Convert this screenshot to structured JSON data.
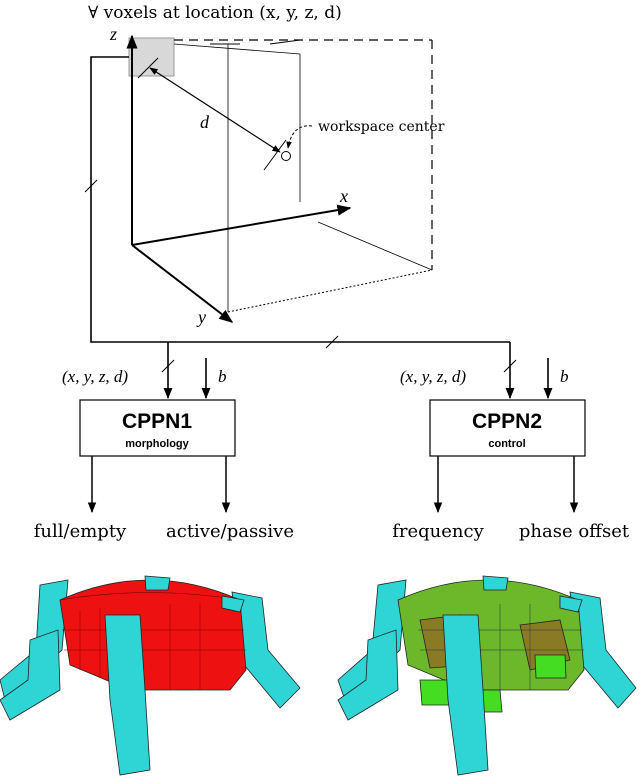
{
  "title": "∀ voxels at location (x, y, z, d)",
  "axes": {
    "x": "x",
    "y": "y",
    "z": "z",
    "d": "d"
  },
  "workspace_label": "workspace center",
  "inputs_left": {
    "coords": "(x, y, z, d)",
    "bias": "b"
  },
  "inputs_right": {
    "coords": "(x, y, z, d)",
    "bias": "b"
  },
  "cppn1": {
    "name": "CPPN1",
    "subtitle": "morphology"
  },
  "cppn2": {
    "name": "CPPN2",
    "subtitle": "control"
  },
  "outputs": {
    "o1": "full/empty",
    "o2": "active/passive",
    "o3": "frequency",
    "o4": "phase offset"
  },
  "colors": {
    "line": "#000000",
    "cyan": "#33e6e6",
    "red": "#ee1111",
    "green": "#44cc22",
    "olive": "#7a7a1a"
  }
}
